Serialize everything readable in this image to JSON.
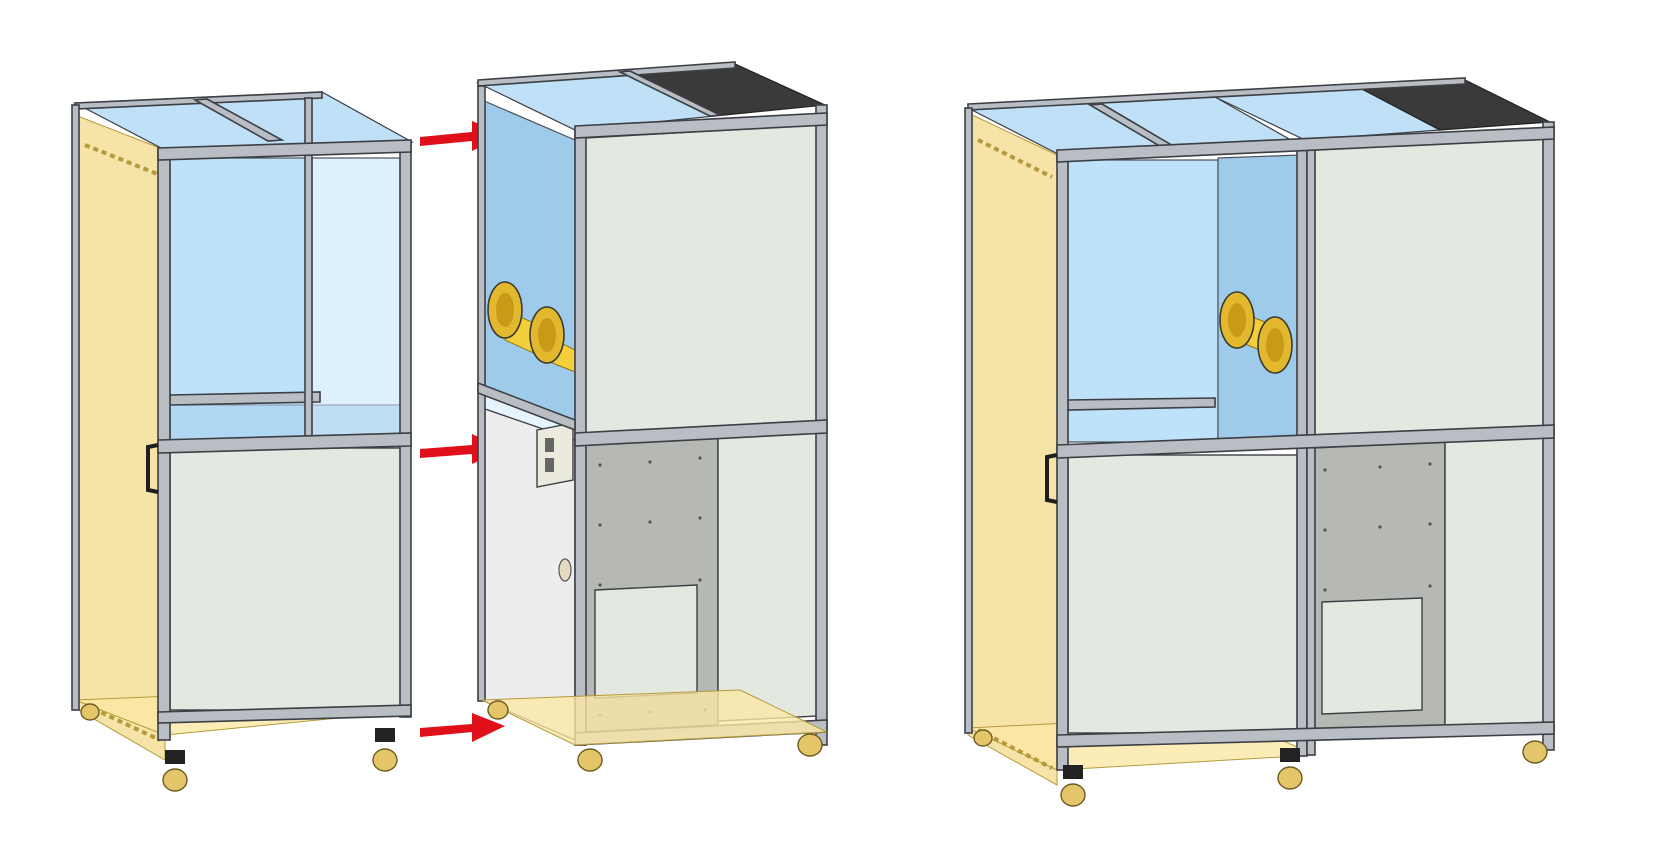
{
  "figure": {
    "description_labels": [],
    "arrow_count": 3
  },
  "colors": {
    "frame": "#b9bec4",
    "glass": "#bfe2fb",
    "panel": "#e3e9e1",
    "yellow_enclosure": "#f1d98a",
    "arrow": "#e0101b",
    "glove_port": "#e2b92e",
    "top_cover": "#3a3a3a"
  },
  "parts": {
    "left_module": "left-cabinet",
    "middle_module": "middle-cabinet",
    "combined_assembly": "combined-cabinet"
  }
}
